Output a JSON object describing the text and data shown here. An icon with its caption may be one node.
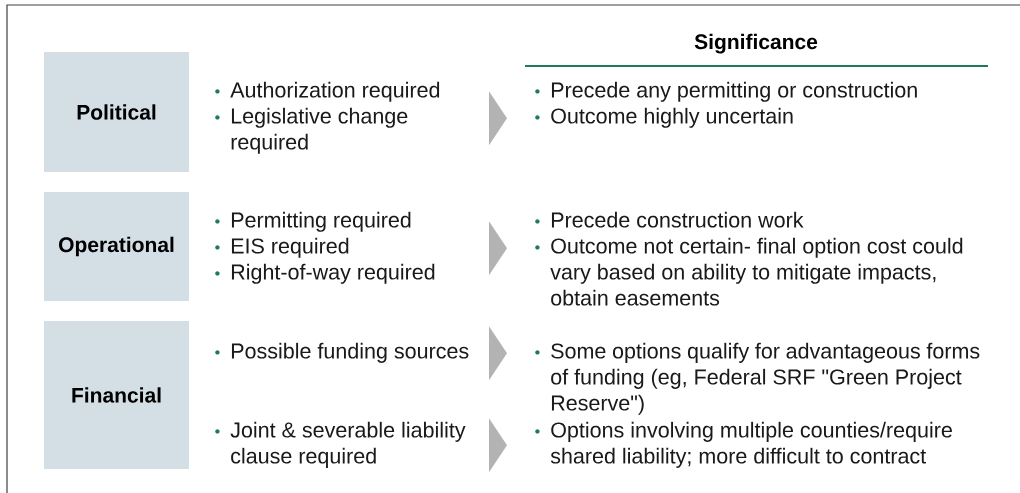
{
  "diagram": {
    "nodes": [
      {
        "text": [
          "Political"
        ]
      },
      {
        "text": [
          "Authorization required",
          "Legislative change required"
        ]
      },
      {
        "text": [
          "Precede any permitting or construction",
          "Outcome highly uncertain"
        ]
      },
      {
        "text": [
          "Operational"
        ]
      },
      {
        "text": [
          "Permitting required",
          "EIS required",
          "Right-of-way required"
        ]
      },
      {
        "text": [
          "Precede construction work",
          "Outcome not certain- final option cost could vary based on ability to mitigate impacts, obtain easements"
        ]
      },
      {
        "text": [
          "Financial"
        ]
      },
      {
        "text": [
          "Possible funding sources"
        ]
      },
      {
        "text": [
          "Some options qualify for advantageous forms of funding (eg, Federal SRF \"Green Project Reserve\")"
        ]
      },
      {
        "text": [
          "Joint & severable liability clause required"
        ]
      },
      {
        "text": [
          "Options involving multiple counties/require shared liability; more difficult to contract"
        ]
      }
    ],
    "edges": [
      {
        "from": 1,
        "to": 2,
        "arrow": "to"
      },
      {
        "from": 4,
        "to": 5,
        "arrow": "to"
      },
      {
        "from": 7,
        "to": 8,
        "arrow": "to"
      },
      {
        "from": 9,
        "to": 10,
        "arrow": "to"
      }
    ],
    "labels": [
      "Significance"
    ]
  }
}
